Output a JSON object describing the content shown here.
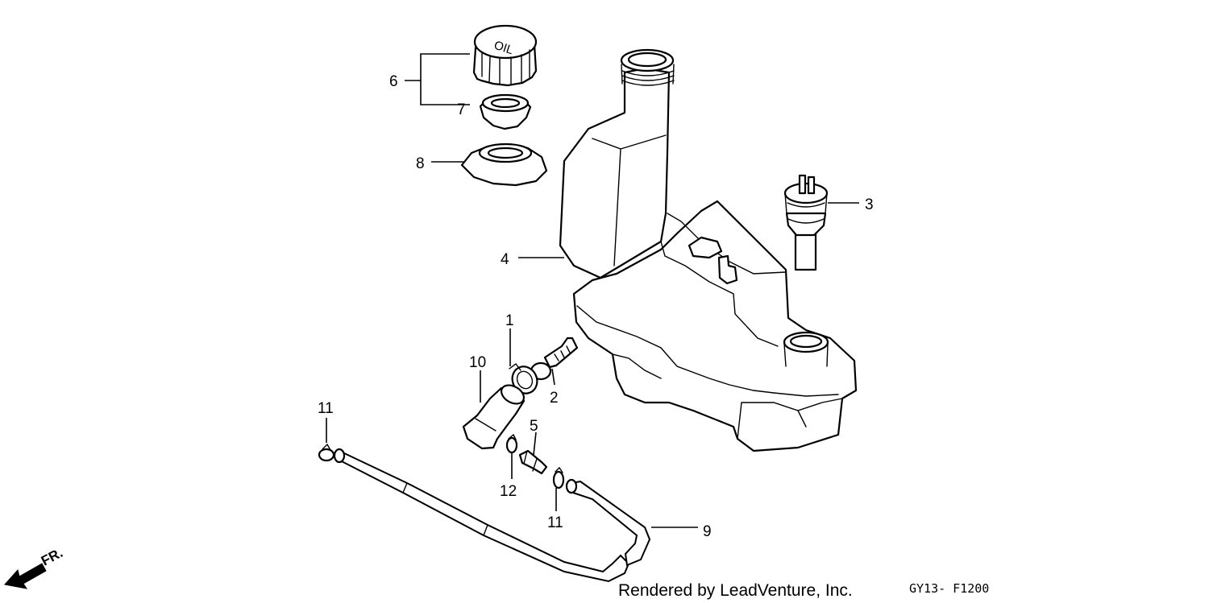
{
  "labels": {
    "p1": "1",
    "p2": "2",
    "p3": "3",
    "p4": "4",
    "p5": "5",
    "p6": "6",
    "p7": "7",
    "p8": "8",
    "p9": "9",
    "p10": "10",
    "p11a": "11",
    "p11b": "11",
    "p12": "12"
  },
  "cap_text": "OIL",
  "front_arrow": "FR.",
  "credit": "Rendered by LeadVenture, Inc.",
  "diagram_code": "GY13- F1200"
}
